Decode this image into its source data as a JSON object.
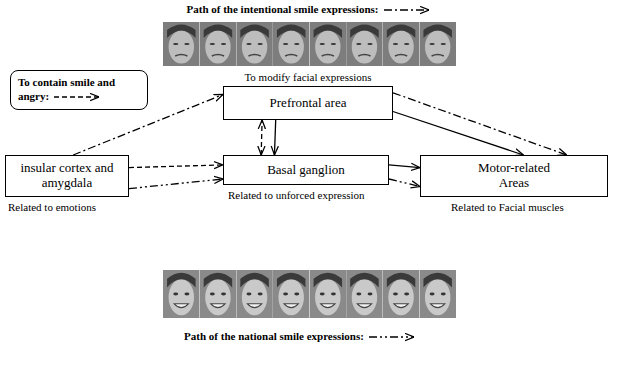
{
  "diagram": {
    "nodes": [
      {
        "text": [
          "Prefrontal area",
          "To modify facial expressions"
        ]
      },
      {
        "text": [
          "insular cortex and amygdala",
          "Related to emotions"
        ]
      },
      {
        "text": [
          "Basal ganglion",
          "Related to unforced expression"
        ]
      },
      {
        "text": [
          "Motor-related Areas",
          "Related to Facial muscles"
        ]
      }
    ],
    "edges": [
      {
        "from": 1,
        "to": 0,
        "arrow": "to"
      },
      {
        "from": 0,
        "to": 3,
        "arrow": "to"
      },
      {
        "from": 0,
        "to": 3,
        "arrow": "to"
      },
      {
        "from": 1,
        "to": 2,
        "arrow": "to"
      },
      {
        "from": 1,
        "to": 2,
        "arrow": "to"
      },
      {
        "from": 2,
        "to": 3,
        "arrow": "to"
      },
      {
        "from": 2,
        "to": 3,
        "arrow": "to"
      },
      {
        "from": 2,
        "to": 0,
        "arrow": "both"
      },
      {
        "from": 0,
        "to": 2,
        "arrow": "to"
      }
    ],
    "legend": [
      {
        "text": "Path of the intentional smile expressions:"
      },
      {
        "text": "To contain smile and angry:"
      },
      {
        "text": "Path of the national smile expressions:"
      }
    ]
  }
}
